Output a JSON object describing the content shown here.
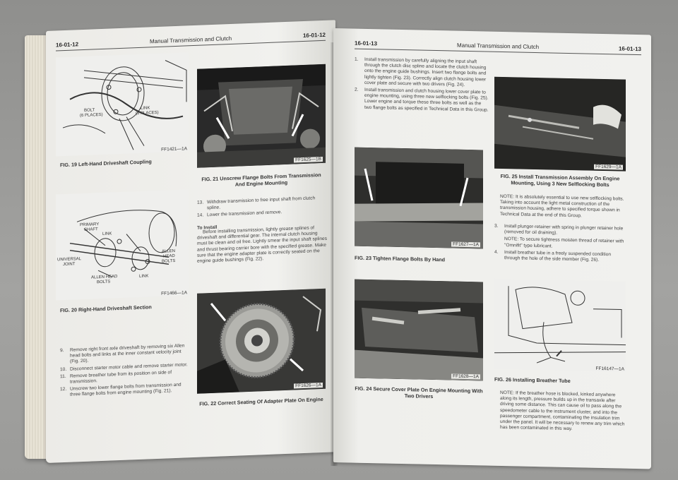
{
  "left_page": {
    "page_num_left": "16-01-12",
    "page_num_right": "16-01-12",
    "title": "Manual Transmission and Clutch",
    "fig19": {
      "labels": [
        "BOLT",
        "(6 PLACES)",
        "LINK",
        "(3 PLACES)"
      ],
      "code": "FF1421—1A",
      "caption": "FIG. 19 Left-Hand Driveshaft Coupling"
    },
    "fig20": {
      "labels": [
        "PRIMARY",
        "SHAFT",
        "LINK",
        "UNIVERSAL",
        "JOINT",
        "ALLEN HEAD",
        "BOLTS",
        "ALLEN",
        "HEAD",
        "BOLTS",
        "LINK"
      ],
      "code": "FF1466—1A",
      "caption": "FIG. 20 Right-Hand Driveshaft Section"
    },
    "fig21": {
      "code": "FF1625—1B",
      "caption": "FIG. 21 Unscrew Flange Bolts From Transmission And Engine Mounting"
    },
    "fig22": {
      "code": "FF1626—1A",
      "caption": "FIG. 22 Correct Seating Of Adapter Plate On Engine"
    },
    "steps_a": [
      {
        "n": "13.",
        "t": "Withdraw transmission to free input shaft from clutch spline."
      },
      {
        "n": "14.",
        "t": "Lower the transmission and remove."
      }
    ],
    "to_install_heading": "To Install",
    "to_install_text": "Before installing transmission, lightly grease splines of driveshaft and differential gear. The internal clutch housing must be clean and oil free. Lightly smear the input shaft splines and thrust bearing carrier bore with the specified grease. Make sure that the engine adapter plate is correctly seated on the engine guide bushings (Fig. 22).",
    "steps_b": [
      {
        "n": "9.",
        "t": "Remove right front axle driveshaft by removing six Allen head bolts and links at the inner constant velocity joint (Fig. 20)."
      },
      {
        "n": "10.",
        "t": "Disconnect starter motor cable and remove starter motor."
      },
      {
        "n": "11.",
        "t": "Remove breather tube from its position on side of transmission."
      },
      {
        "n": "12.",
        "t": "Unscrew two lower flange bolts from transmission and three flange bolts from engine mounting (Fig. 21)."
      }
    ]
  },
  "right_page": {
    "page_num_left": "16-01-13",
    "page_num_right": "16-01-13",
    "title": "Manual Transmission and Clutch",
    "steps": [
      {
        "n": "1.",
        "t": "Install transmission by carefully aligning the input shaft through the clutch disc spline and locate the clutch housing onto the engine guide bushings. Insert two flange bolts and lightly tighten (Fig. 23). Correctly align clutch housing lower cover plate and secure with two drivers (Fig. 24)."
      },
      {
        "n": "2.",
        "t": "Install transmission and clutch housing lower cover plate to engine mounting, using three new selflocking bolts (Fig. 25). Lower engine and torque these three bolts as well as the two flange bolts as specified in Technical Data in this Group."
      }
    ],
    "fig23": {
      "code": "FF1627—1A",
      "caption": "FIG. 23 Tighten Flange Bolts By Hand"
    },
    "fig24": {
      "code": "FF1628—1A",
      "caption": "FIG. 24 Secure Cover Plate On Engine Mounting With Two Drivers"
    },
    "fig25": {
      "code": "FF1629—1A",
      "caption": "FIG. 25 Install Transmission Assembly On Engine Mounting, Using 3 New Selflocking Bolts"
    },
    "fig26": {
      "code": "FF16147—1A",
      "caption": "FIG. 26 Installing Breather Tube"
    },
    "note1": "NOTE: It is absolutely essential to use new selflocking bolts. Taking into account the light metal construction of the transmission housing, adhere to specified torque shown in Technical Data at the end of this Group.",
    "steps2": [
      {
        "n": "3.",
        "t": "Install plunger-retainer with spring in plunger retainer hole (removed for oil draining)."
      },
      {
        "n": "",
        "t": "NOTE: To secure tightness moisten thread of retainer with \"Omnifit\" type lubricant."
      },
      {
        "n": "4.",
        "t": "Install breather tube in a freely suspended condition through the hole of the side member (Fig. 26)."
      }
    ],
    "note2": "NOTE: If the breather hose is blocked, kinked anywhere along its length, pressure builds up in the transaxle after driving some distance. This can cause oil to pass along the speedometer cable to the instrument cluster, and into the passenger compartment, contaminating the insulation trim under the panel. It will be necessary to renew any trim which has been contaminated in this way."
  }
}
